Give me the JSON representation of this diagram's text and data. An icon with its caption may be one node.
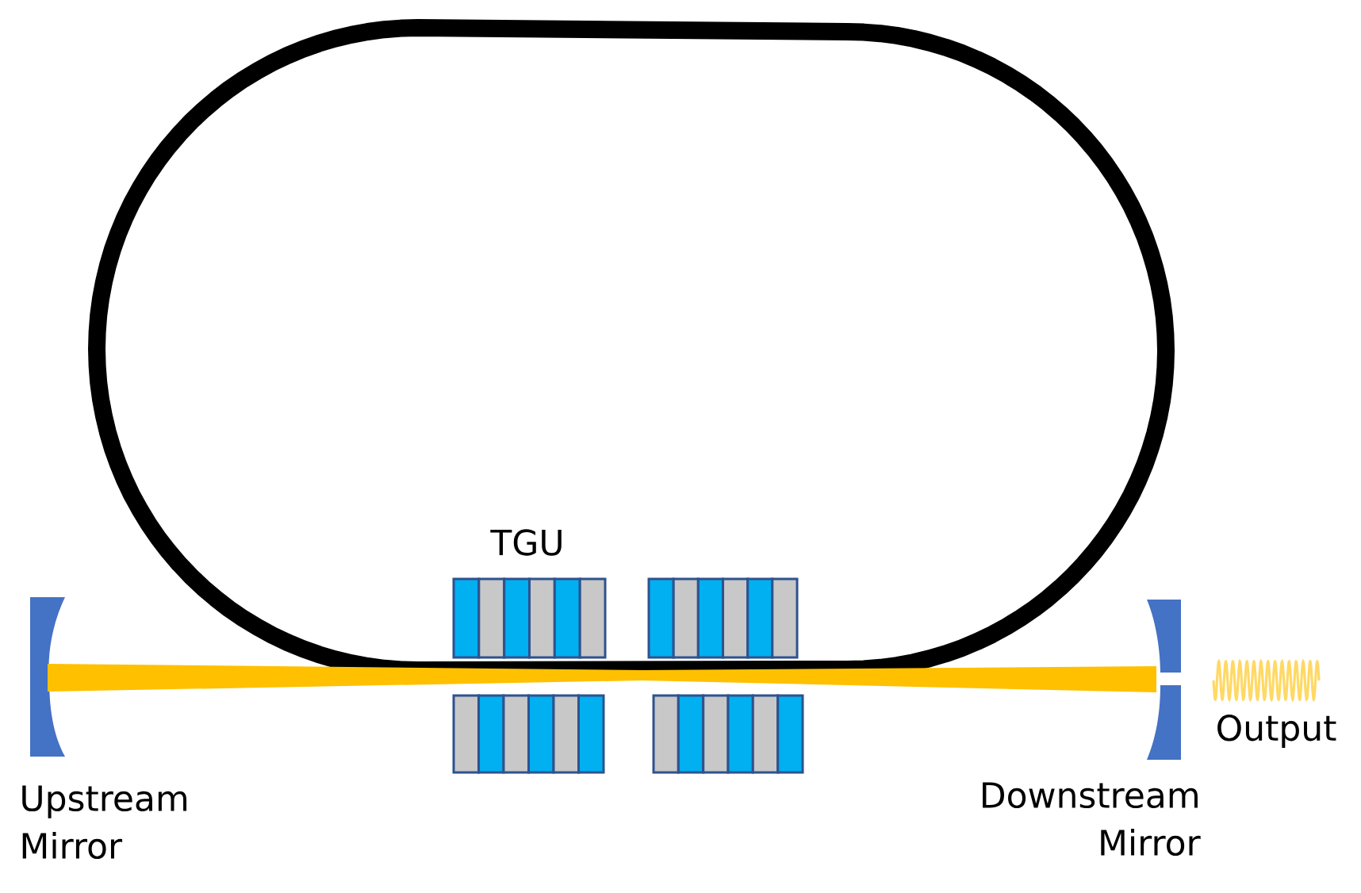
{
  "diagram": {
    "labels": [
      "TGU",
      "Upstream Mirror",
      "Downstream Mirror",
      "Output"
    ]
  }
}
